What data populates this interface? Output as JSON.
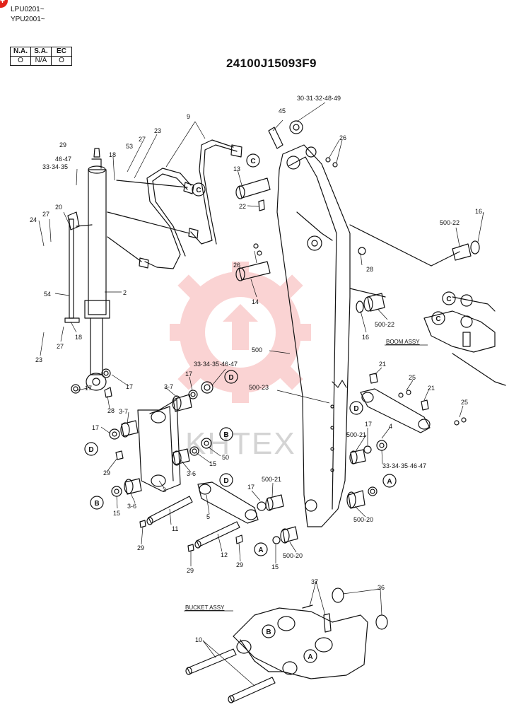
{
  "header": {
    "serial_lines": [
      "LPU0201~",
      "YPU2001~"
    ],
    "spec_table": {
      "headers": [
        "N.A.",
        "S.A.",
        "EC"
      ],
      "values": [
        "O",
        "N/A",
        "O"
      ]
    },
    "part_number": "24100J15093F9"
  },
  "watermark": {
    "text": "KHTEX",
    "logo": "gear-logo"
  },
  "colors": {
    "accent": "#e2231a",
    "watermark": "#f5b4b4",
    "line": "#111111"
  },
  "callouts": {
    "c1": "30·31·32·48·49",
    "c2": "45",
    "c3": "26",
    "c4": "9",
    "c5": "23",
    "c6": "27",
    "c7": "53",
    "c8": "18",
    "c9": "29",
    "c10": "46·47",
    "c11": "33·34·35",
    "c12": "13",
    "c13": "22",
    "c14": "16.",
    "c15": "500-22",
    "c16": "20",
    "c17": "27",
    "c18": "24",
    "c19": "26",
    "c20": "28",
    "c21": "54",
    "c22": "2",
    "c23": "14",
    "c24": "16",
    "c25": "500-22",
    "c26": "18",
    "c27": "23",
    "c28": "27",
    "c29": "500",
    "c30": "33·34·35·46·47",
    "c31": "17",
    "c32": "3-7",
    "c33": "17",
    "c34": "500-23",
    "c35": "21",
    "c36": "25",
    "c37": "17",
    "c38": "28",
    "c39": "3-7",
    "c40": "21",
    "c41": "17",
    "c42": "25",
    "c43": "4",
    "c44": "500-21",
    "c45": "17",
    "c46": "50",
    "c47": "15",
    "c48": "29",
    "c49": "3-6",
    "c50": "33·34·35·46·47",
    "c51": "3",
    "c52": "500-21",
    "c53": "17",
    "c54": "15",
    "c55": "3-6",
    "c56": "5",
    "c57": "500-20",
    "c58": "11",
    "c59": "29",
    "c60": "12",
    "c61": "29",
    "c62": "29",
    "c63": "15",
    "c64": "500-20",
    "c65": "37",
    "c66": "36",
    "c67": "10"
  },
  "circled": {
    "C": "C",
    "D": "D",
    "B": "B",
    "A": "A"
  },
  "assemblies": {
    "boom": "BOOM ASSY",
    "bucket": "BUCKET ASSY"
  }
}
